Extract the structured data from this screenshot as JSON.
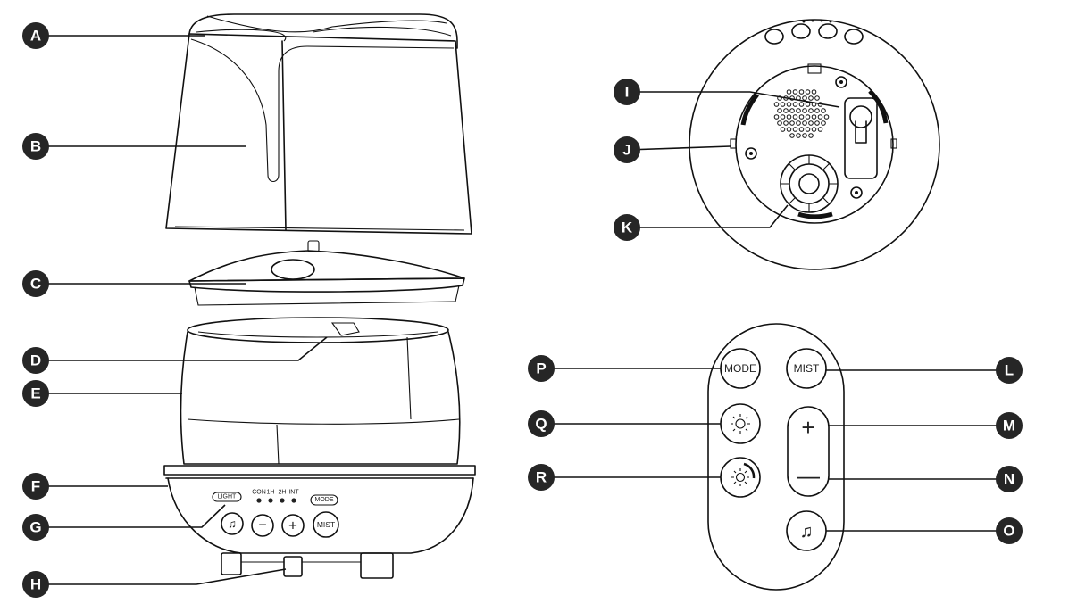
{
  "labels": [
    {
      "id": "A",
      "text": "A"
    },
    {
      "id": "B",
      "text": "B"
    },
    {
      "id": "C",
      "text": "C"
    },
    {
      "id": "D",
      "text": "D"
    },
    {
      "id": "E",
      "text": "E"
    },
    {
      "id": "F",
      "text": "F"
    },
    {
      "id": "G",
      "text": "G"
    },
    {
      "id": "H",
      "text": "H"
    },
    {
      "id": "I",
      "text": "I"
    },
    {
      "id": "J",
      "text": "J"
    },
    {
      "id": "K",
      "text": "K"
    },
    {
      "id": "L",
      "text": "L"
    },
    {
      "id": "M",
      "text": "M"
    },
    {
      "id": "N",
      "text": "N"
    },
    {
      "id": "O",
      "text": "O"
    },
    {
      "id": "P",
      "text": "P"
    },
    {
      "id": "Q",
      "text": "Q"
    },
    {
      "id": "R",
      "text": "R"
    }
  ],
  "base_panel": {
    "light": "LIGHT",
    "mode": "MODE",
    "timers": [
      "CON",
      "1H",
      "2H",
      "INT"
    ],
    "mist": "MIST",
    "minus": "−",
    "plus": "+",
    "music": "♫"
  },
  "remote": {
    "mode": "MODE",
    "mist": "MIST",
    "plus": "+",
    "minus": "—",
    "music": "♫"
  },
  "colors": {
    "badge": "#262626",
    "line": "#111111",
    "background": "#ffffff"
  }
}
